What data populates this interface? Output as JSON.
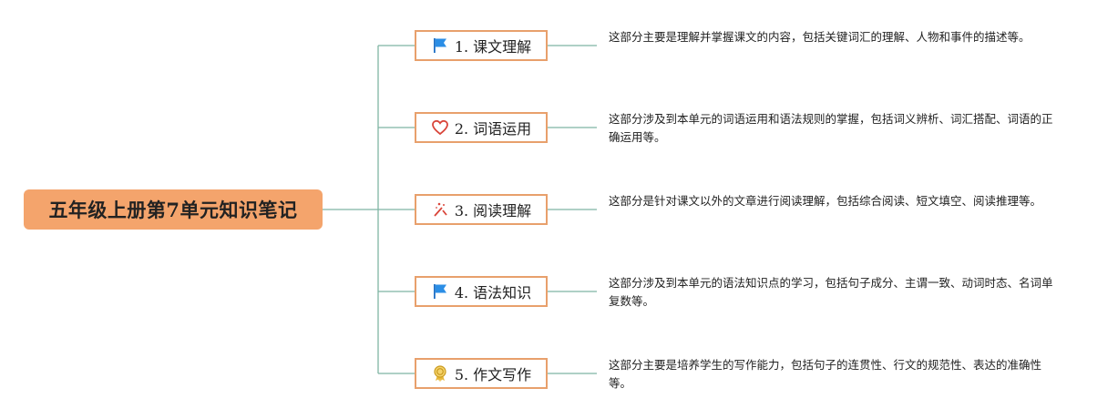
{
  "root": {
    "title": "五年级上册第7单元知识笔记"
  },
  "branches": [
    {
      "label": "1. 课文理解",
      "icon": "flag-icon",
      "description": "这部分主要是理解并掌握课文的内容，包括关键词汇的理解、人物和事件的描述等。"
    },
    {
      "label": "2. 词语运用",
      "icon": "heart-icon",
      "description": "这部分涉及到本单元的词语运用和语法规则的掌握，包括词义辨析、词汇搭配、词语的正确运用等。"
    },
    {
      "label": "3. 阅读理解",
      "icon": "sparkle-icon",
      "description": "这部分是针对课文以外的文章进行阅读理解，包括综合阅读、短文填空、阅读推理等。"
    },
    {
      "label": "4. 语法知识",
      "icon": "flag-icon",
      "description": "这部分涉及到本单元的语法知识点的学习，包括句子成分、主谓一致、动词时态、名词单复数等。"
    },
    {
      "label": "5. 作文写作",
      "icon": "award-ribbon-icon",
      "description": "这部分主要是培养学生的写作能力，包括句子的连贯性、行文的规范性、表达的准确性等。"
    }
  ],
  "colors": {
    "connector": "#7fb5a3",
    "root_fill": "#f4a46c",
    "branch_border": "#e8a06c"
  }
}
